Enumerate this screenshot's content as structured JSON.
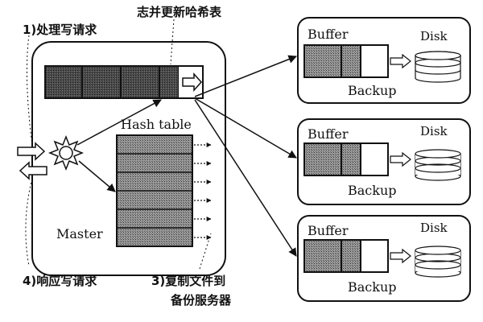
{
  "step1_label": "1)处理写请求",
  "step2_label": "志并更新哈希表",
  "step3_label_line1": "3)复制文件到",
  "step3_label_line2": "备份服务器",
  "step4_label": "4)响应写请求",
  "master": {
    "label": "Master",
    "hash_table_label": "Hash table",
    "log_segments": 4,
    "hash_rows": 6
  },
  "backups": [
    {
      "buffer_label": "Buffer",
      "disk_label": "Disk",
      "backup_label": "Backup",
      "filled_cells": 2
    },
    {
      "buffer_label": "Buffer",
      "disk_label": "Disk",
      "backup_label": "Backup",
      "filled_cells": 2
    },
    {
      "buffer_label": "Buffer",
      "disk_label": "Disk",
      "backup_label": "Backup",
      "filled_cells": 2
    }
  ],
  "colors": {
    "ink": "#111111",
    "fill_gray": "#8a8a8a",
    "fill_dark": "#444444",
    "paper": "#ffffff"
  }
}
